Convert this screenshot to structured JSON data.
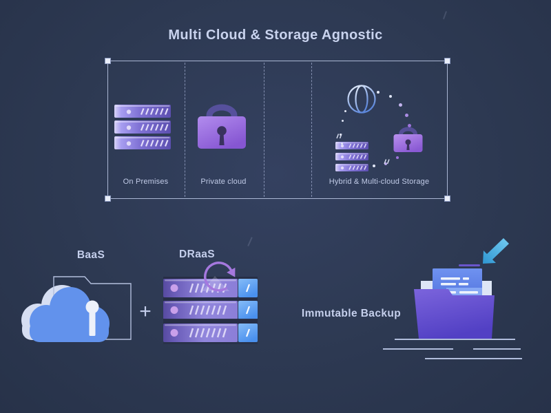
{
  "title": "Multi Cloud & Storage Agnostic",
  "panel": {
    "items": [
      {
        "label": "On Premises",
        "icon": "server-stack-icon"
      },
      {
        "label": "Private cloud",
        "icon": "padlock-icon"
      },
      {
        "label": "Hybrid & Multi-cloud Storage",
        "icon": "hybrid-globe-lock-servers-icon"
      }
    ]
  },
  "bottom_row": {
    "baas": {
      "label": "BaaS",
      "icon": "cloud-keyhole-folder-icon"
    },
    "plus_sign": "+",
    "draas": {
      "label": "DRaaS",
      "icon": "server-stack-restore-icon"
    },
    "immutable": {
      "label": "Immutable Backup",
      "icon": "folder-documents-arrow-icon"
    }
  },
  "colors": {
    "background": "#2d3952",
    "text": "#c5cfec",
    "purple_accent": "#8a5ad4",
    "blue_accent": "#6292ec",
    "cyan_accent": "#3fa6de",
    "selection_border": "#b9c5e2"
  }
}
